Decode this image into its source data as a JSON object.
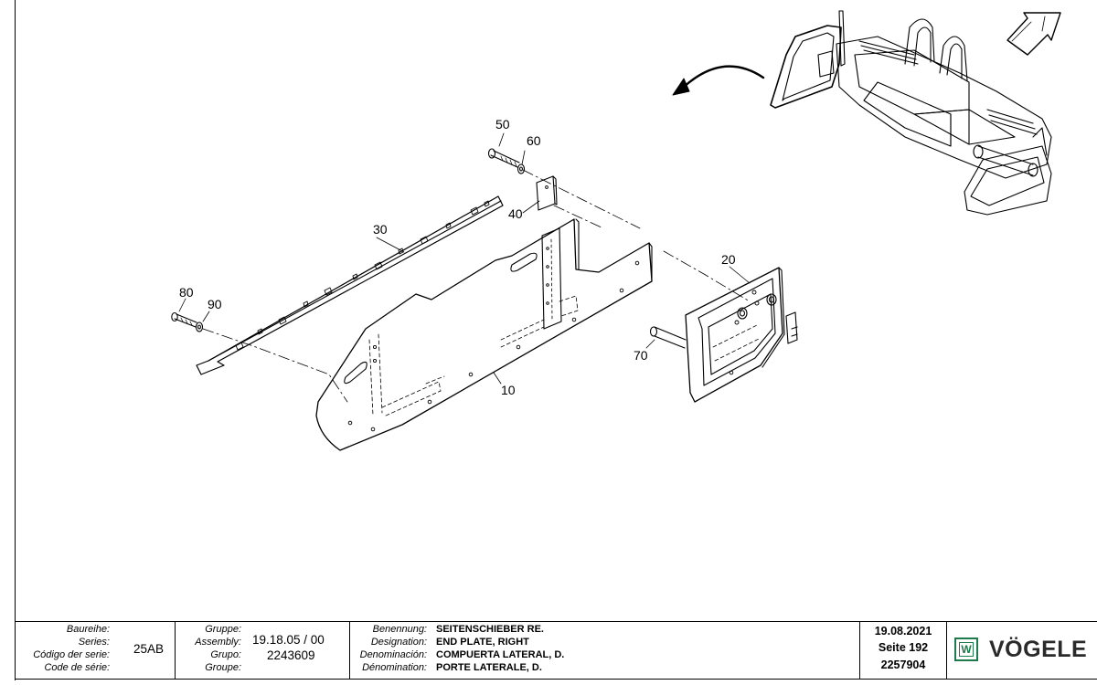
{
  "callouts": {
    "p10": "10",
    "p20": "20",
    "p30": "30",
    "p40": "40",
    "p50": "50",
    "p60": "60",
    "p70": "70",
    "p80": "80",
    "p90": "90"
  },
  "title_block": {
    "series_labels": [
      "Baureihe:",
      "Series:",
      "Código der serie:",
      "Code de série:"
    ],
    "series_value": "25AB",
    "group_labels": [
      "Gruppe:",
      "Assembly:",
      "Grupo:",
      "Groupe:"
    ],
    "group_value": "19.18.05 / 00",
    "assembly_number": "2243609",
    "name_labels": [
      "Benennung:",
      "Designation:",
      "Denominación:",
      "Dénomination:"
    ],
    "name_values": [
      "SEITENSCHIEBER RE.",
      "END PLATE, RIGHT",
      "COMPUERTA LATERAL, D.",
      "PORTE LATERALE, D."
    ],
    "date": "19.08.2021",
    "page": "Seite 192",
    "document_number": "2257904",
    "brand": "VÖGELE",
    "logo_letter": "W"
  }
}
